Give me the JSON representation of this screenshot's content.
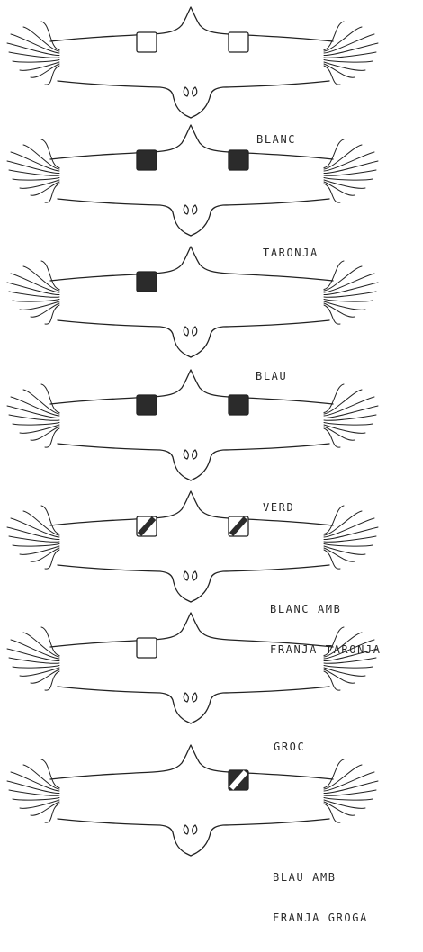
{
  "colors": {
    "line": "#222222",
    "fill_dark": "#2b2b2b",
    "paper": "#ffffff"
  },
  "panels": [
    {
      "caption_lines": [
        "BLANC"
      ],
      "tags": "both",
      "tag_style": "white"
    },
    {
      "caption_lines": [
        "TARONJA"
      ],
      "tags": "both",
      "tag_style": "dark"
    },
    {
      "caption_lines": [
        "BLAU"
      ],
      "tags": "left",
      "tag_style": "dark"
    },
    {
      "caption_lines": [
        "VERD"
      ],
      "tags": "both",
      "tag_style": "dark"
    },
    {
      "caption_lines": [
        "BLANC AMB",
        "FRANJA TARONJA"
      ],
      "tags": "both",
      "tag_style": "white-stripe"
    },
    {
      "caption_lines": [
        "GROC"
      ],
      "tags": "left",
      "tag_style": "white"
    },
    {
      "caption_lines": [
        "BLAU AMB",
        "FRANJA GROGA"
      ],
      "tags": "right",
      "tag_style": "dark-stripe"
    }
  ]
}
